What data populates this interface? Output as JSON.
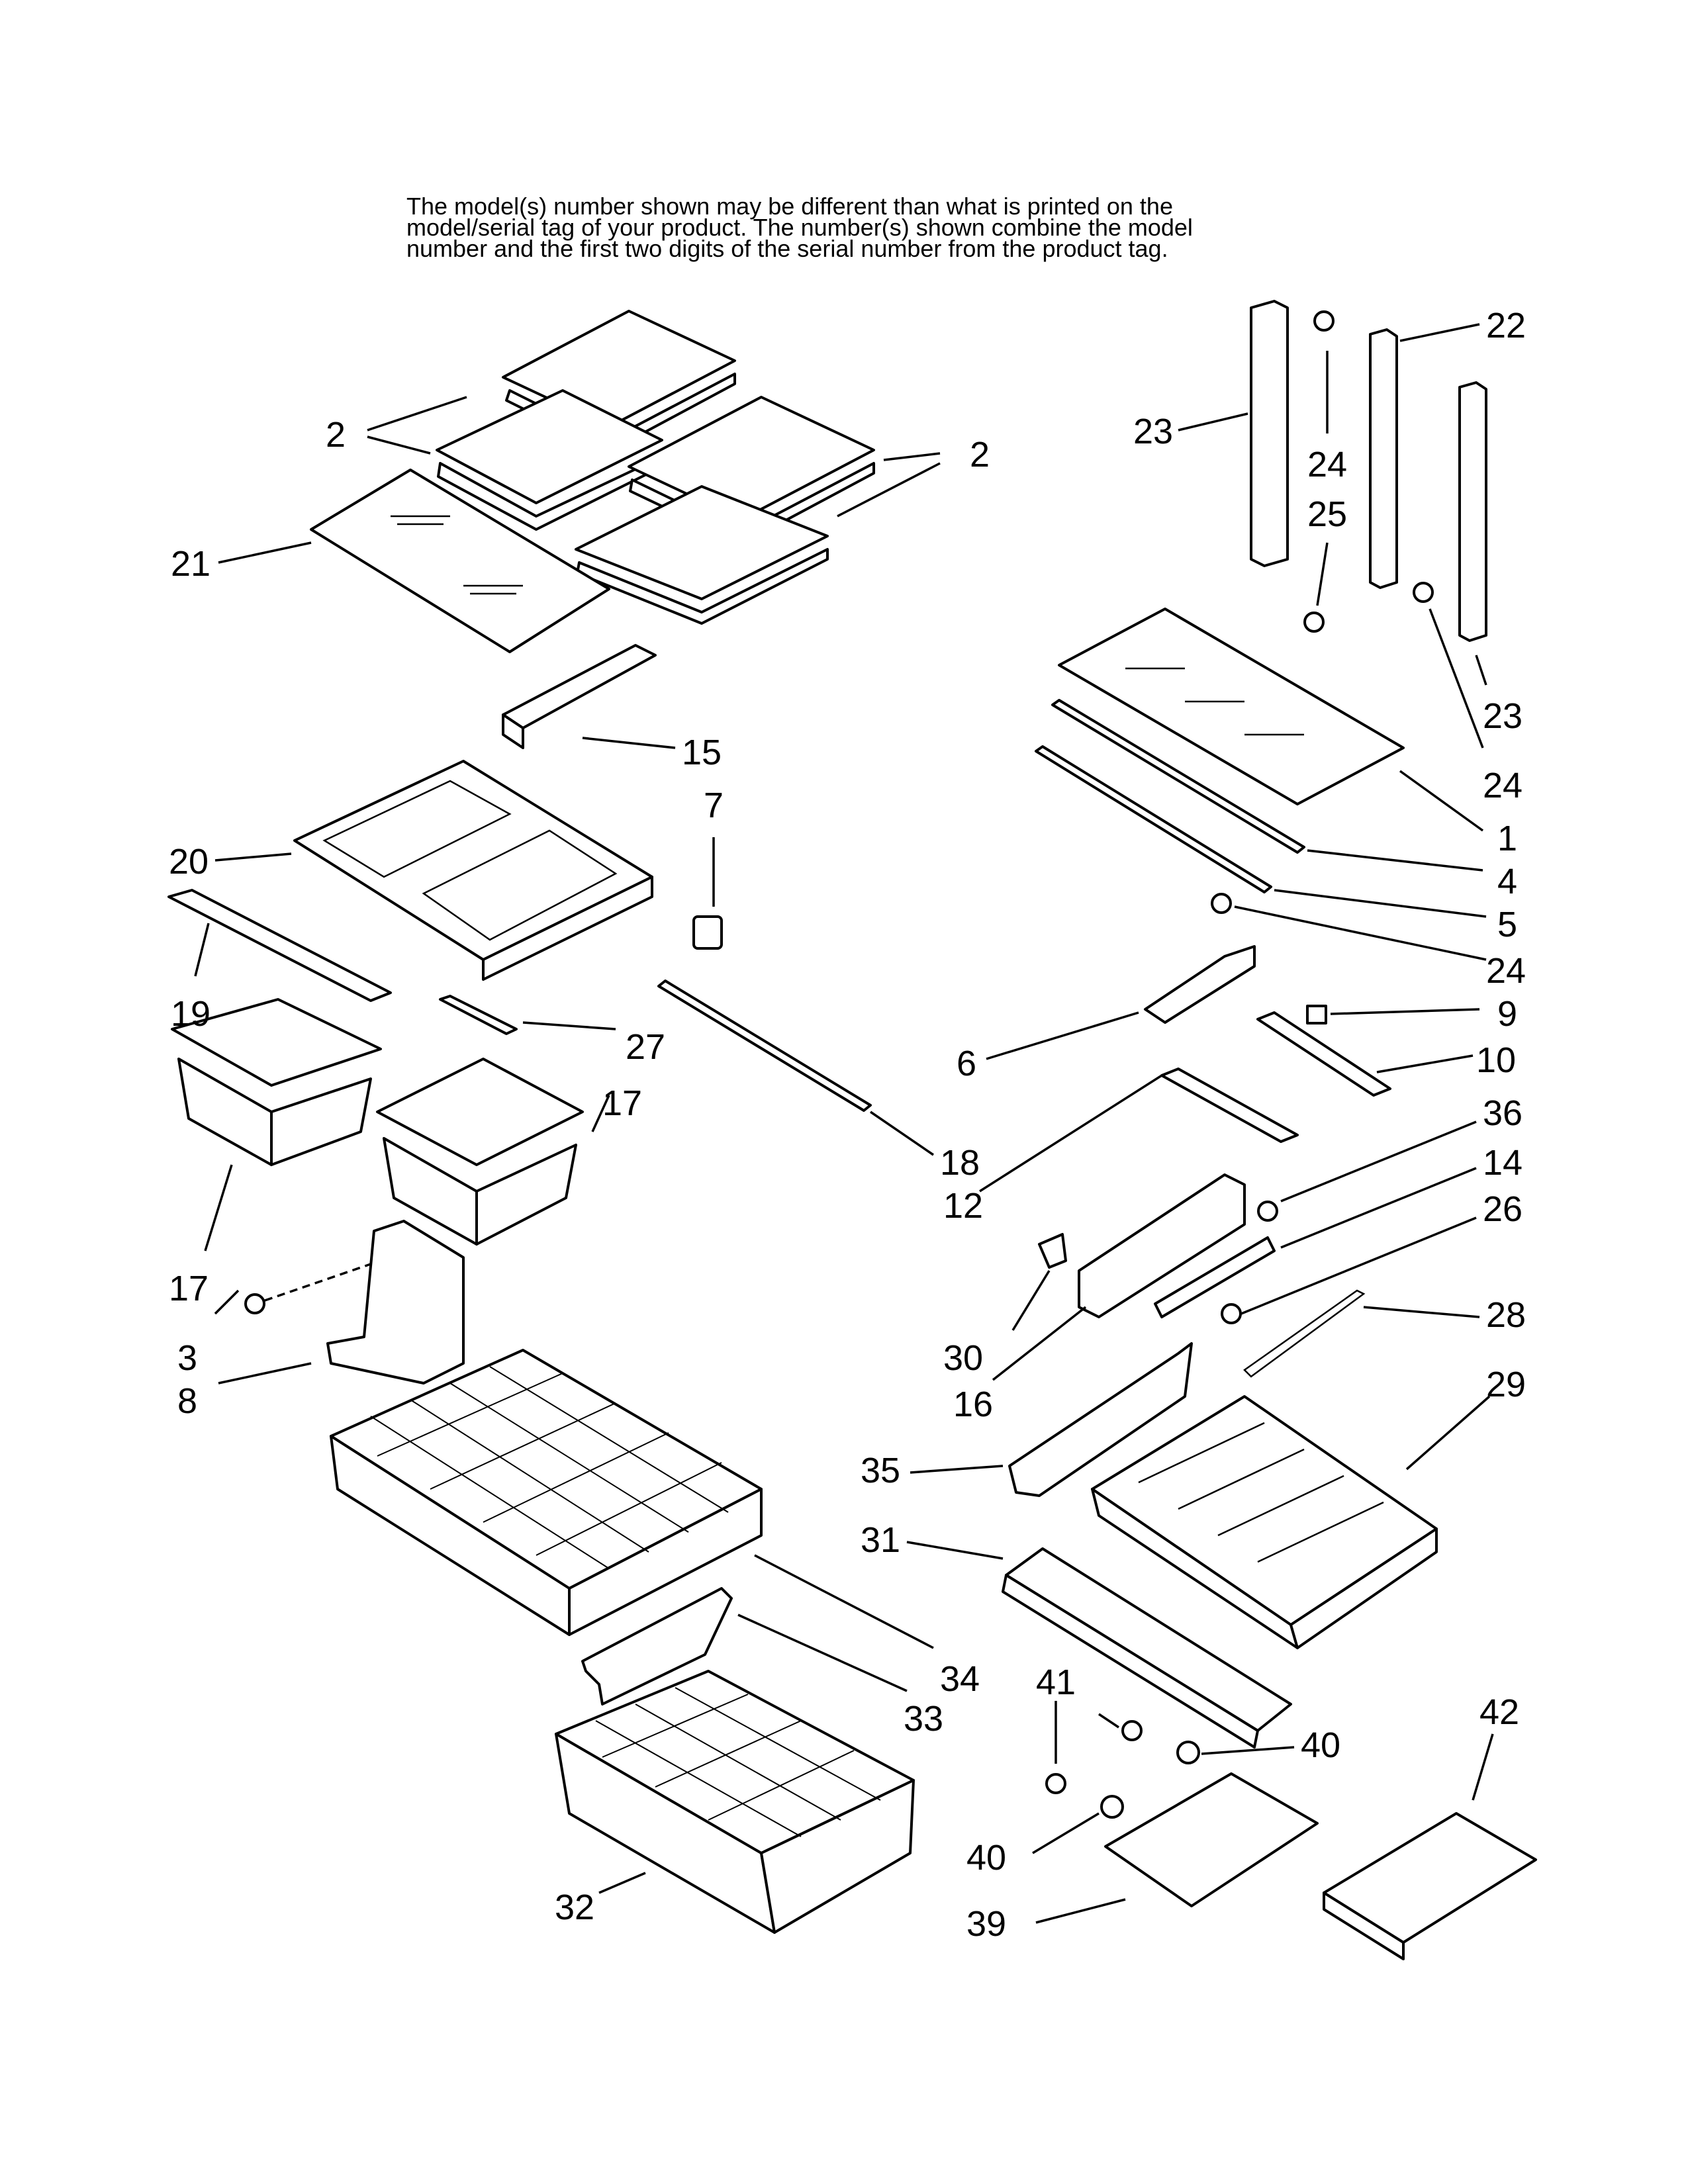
{
  "note": {
    "lines": [
      "The model(s) number shown may be different than what is printed on the",
      "model/serial tag of your product. The number(s) shown combine the model",
      "number and the first two digits of the serial number from the product tag."
    ]
  },
  "callouts": {
    "c2a": "2",
    "c2b": "2",
    "c21": "21",
    "c15": "15",
    "c7": "7",
    "c20": "20",
    "c19": "19",
    "c27": "27",
    "c17a": "17",
    "c17b": "17",
    "c18": "18",
    "c3": "3",
    "c8": "8",
    "c34": "34",
    "c33": "33",
    "c32": "32",
    "c22": "22",
    "c23a": "23",
    "c23b": "23",
    "c24a": "24",
    "c25": "25",
    "c24b": "24",
    "c1": "1",
    "c4": "4",
    "c5": "5",
    "c24c": "24",
    "c9": "9",
    "c6": "6",
    "c10": "10",
    "c36": "36",
    "c12": "12",
    "c14": "14",
    "c26": "26",
    "c30": "30",
    "c28": "28",
    "c16": "16",
    "c29": "29",
    "c35": "35",
    "c31": "31",
    "c41": "41",
    "c42": "42",
    "c40a": "40",
    "c40b": "40",
    "c39": "39"
  }
}
